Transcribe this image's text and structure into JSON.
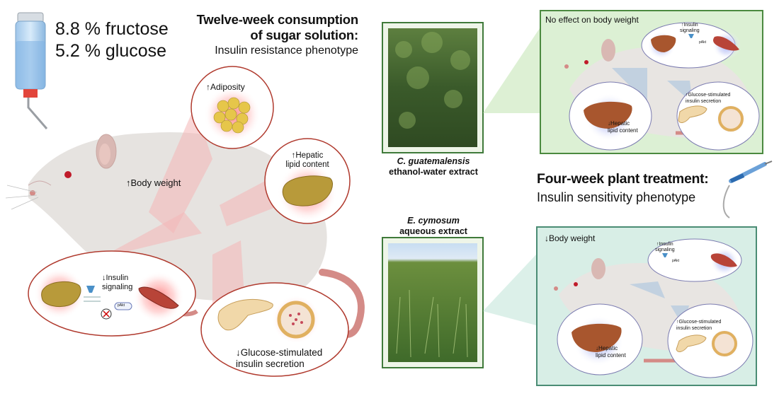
{
  "sugar": {
    "fructose": "8.8 % fructose",
    "glucose": "5.2 % glucose"
  },
  "left_title": {
    "line1": "Twelve-week consumption",
    "line2": "of sugar solution:",
    "line3": "Insulin resistance phenotype"
  },
  "left_rat": {
    "body_weight": "↑Body weight",
    "adiposity": "↑Adiposity",
    "hepatic_line1": "↑Hepatic",
    "hepatic_line2": "lipid content",
    "insulin_line1": "↓Insulin",
    "insulin_line2": "signaling",
    "akt_label": "pAkt",
    "gsis_line1": "↓Glucose-stimulated",
    "gsis_line2": "insulin secretion"
  },
  "plant1": {
    "species": "C. guatemalensis",
    "extract": "ethanol-water extract"
  },
  "plant2": {
    "species": "E. cymosum",
    "extract": "aqueous extract"
  },
  "right_title": {
    "line1": "Four-week plant treatment:",
    "line2": "Insulin sensitivity phenotype"
  },
  "panel_top": {
    "body_weight": "No effect on body weight",
    "insulin_line1": "↑Insulin",
    "insulin_line2": "signaling",
    "akt_label": "pAkt",
    "hepatic_line1": "↓Hepatic",
    "hepatic_line2": "lipid content",
    "gsis_line1": "↑Glucose-stimulated",
    "gsis_line2": "insulin secretion"
  },
  "panel_bottom": {
    "body_weight": "↓Body weight",
    "insulin_line1": "↑Insulin",
    "insulin_line2": "signaling",
    "akt_label": "pAkt",
    "hepatic_line1": "↓Hepatic",
    "hepatic_line2": "lipid content",
    "gsis_line1": "↑Glucose-stimulated",
    "gsis_line2": "insulin secretion"
  },
  "colors": {
    "panel_top_fill": "#dcf0d4",
    "panel_top_border": "#4b8a3f",
    "panel_bottom_fill": "#d8eee6",
    "panel_bottom_border": "#4a8c74",
    "callout_border": "#b03a2e",
    "rat_body": "#e6e3e0",
    "liver": "#a8562e"
  },
  "icons": [
    "water-bottle-icon",
    "syringe-icon",
    "liver-icon",
    "muscle-icon",
    "pancreas-icon",
    "islet-icon",
    "adipocyte-icon",
    "insulin-receptor-icon",
    "rat-icon"
  ]
}
